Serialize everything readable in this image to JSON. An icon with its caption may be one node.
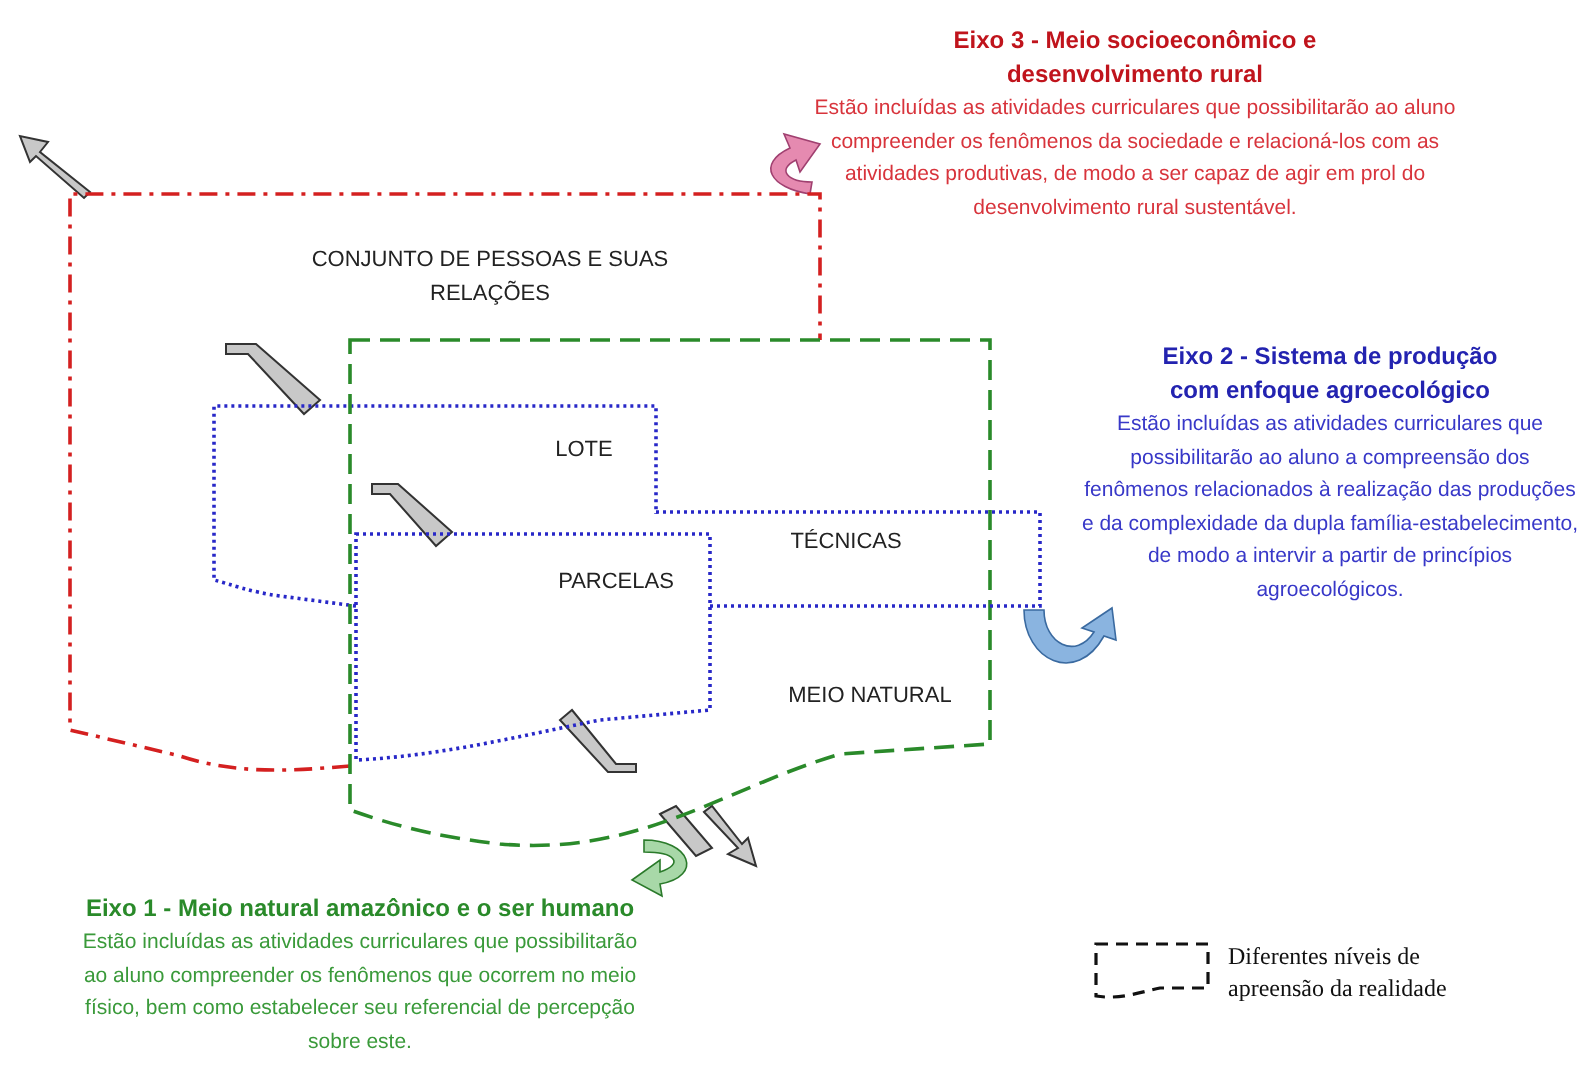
{
  "diagram": {
    "nodes": [
      {
        "text": [
          "Eixo 3 - Meio socioeconômico e desenvolvimento rural",
          "Estão incluídas as atividades curriculares que possibilitarão ao aluno compreender os fenômenos da sociedade e relacioná-los com as atividades produtivas, de modo a ser capaz de agir em prol do desenvolvimento rural sustentável."
        ]
      },
      {
        "text": [
          "CONJUNTO DE PESSOAS E SUAS RELAÇÕES"
        ]
      },
      {
        "text": [
          "MEIO NATURAL"
        ]
      },
      {
        "text": [
          "LOTE"
        ],
        "in": 1
      },
      {
        "text": [
          "TÉCNICAS"
        ]
      },
      {
        "text": [
          "PARCELAS"
        ]
      },
      {
        "text": [
          "Eixo 2 - Sistema de produção com enfoque agroecológico",
          "Estão incluídas as atividades curriculares que possibilitarão ao aluno a compreensão dos fenômenos relacionados à realização das produções e da complexidade da dupla família-estabelecimento, de modo a intervir a partir de princípios agroecológicos."
        ]
      },
      {
        "text": [
          "Eixo 1 - Meio natural amazônico e o ser humano",
          "Estão incluídas as atividades curriculares que possibilitarão ao aluno compreender os fenômenos que ocorrem no meio físico, bem como estabelecer seu referencial de percepção sobre este."
        ]
      }
    ],
    "legend": [
      {
        "text": "Diferentes níveis de apreensão da realidade"
      }
    ]
  }
}
